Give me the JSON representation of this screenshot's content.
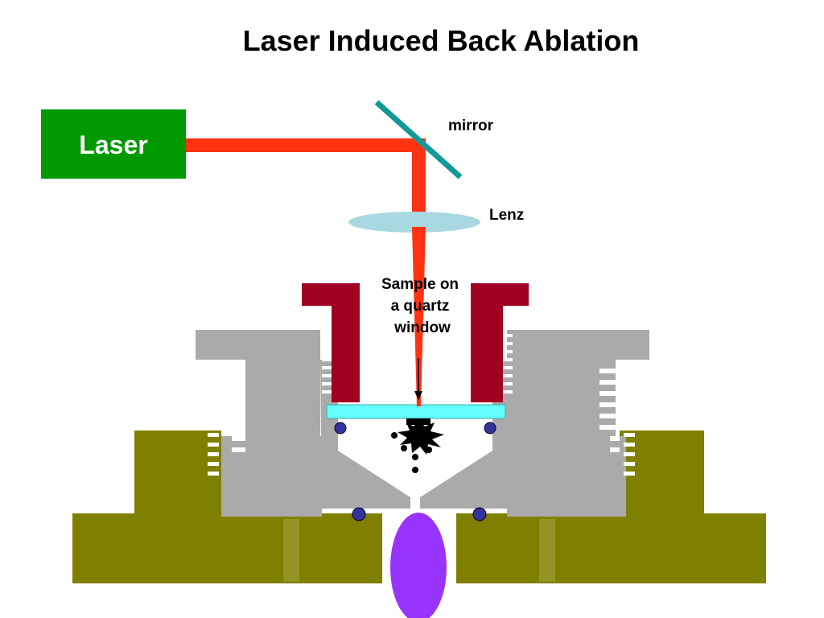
{
  "title": "Laser Induced Back Ablation",
  "labels": {
    "laser": "Laser",
    "mirror": "mirror",
    "lens": "Lenz",
    "sample_line1": "Sample on",
    "sample_line2": "a quartz",
    "sample_line3": "window"
  },
  "colors": {
    "laser_box": "#009900",
    "beam": "#ff3311",
    "mirror": "#119999",
    "lens": "#a8d8e0",
    "holder": "#a00022",
    "housing": "#aaaaaa",
    "base": "#808000",
    "window": "#66ffff",
    "seal": "#333399",
    "plume": "#9933ff",
    "debris": "#000000"
  }
}
